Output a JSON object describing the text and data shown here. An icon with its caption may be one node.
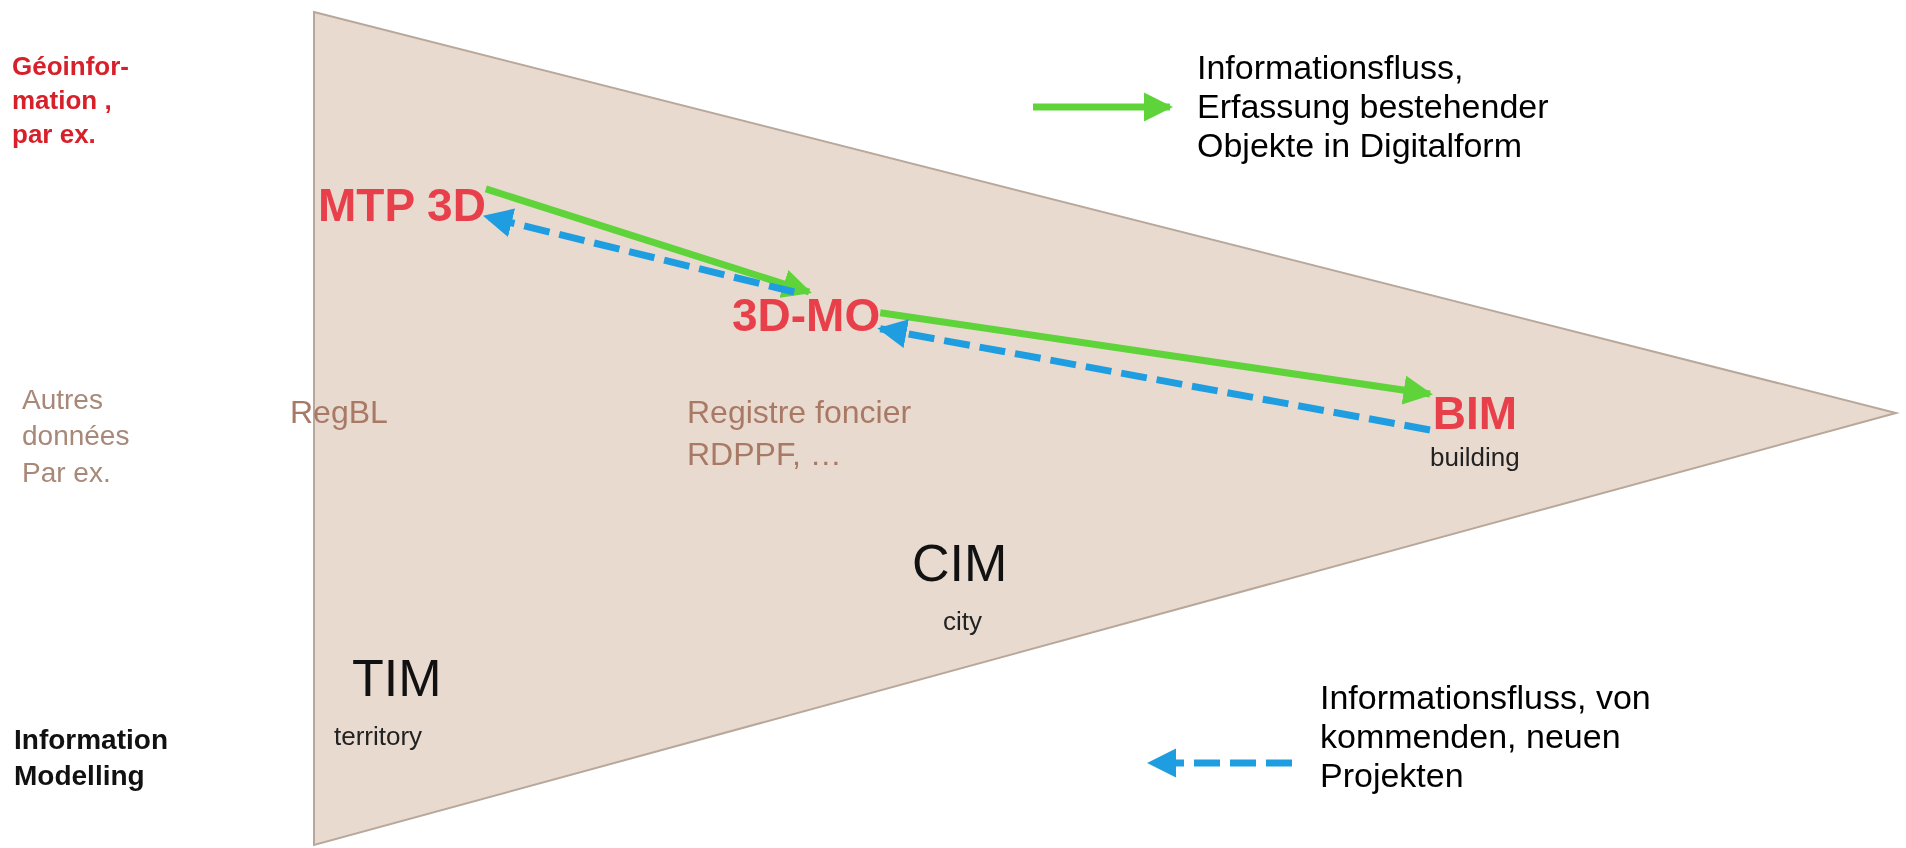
{
  "diagram": {
    "nodes": [
      {
        "text": [],
        "shape": "triangle"
      },
      {
        "text": [
          "MTP 3D"
        ],
        "in": 0
      },
      {
        "text": [
          "3D-MO"
        ],
        "in": 0
      },
      {
        "text": [
          "BIM",
          "building"
        ],
        "in": 0
      }
    ],
    "edges": [
      {
        "from": 1,
        "to": 2,
        "arrow": "to",
        "color": "#5ed43a"
      },
      {
        "from": 2,
        "to": 1,
        "arrow": "to",
        "style": "dashed",
        "color": "#1e9ee0"
      },
      {
        "from": 2,
        "to": 3,
        "arrow": "to",
        "color": "#5ed43a"
      },
      {
        "from": 3,
        "to": 2,
        "arrow": "to",
        "style": "dashed",
        "color": "#1e9ee0"
      }
    ],
    "labels": [
      "Géoinfor- mation , par ex.",
      "Autres données Par ex.",
      "Information Modelling",
      "RegBL",
      "Registre foncier RDPPF, …",
      "CIM",
      "city",
      "TIM",
      "territory"
    ],
    "legend": [
      {
        "text": "Informationsfluss, Erfassung bestehender Objekte in Digitalform"
      },
      {
        "text": "Informationsfluss, von kommenden, neuen Projekten"
      }
    ]
  }
}
